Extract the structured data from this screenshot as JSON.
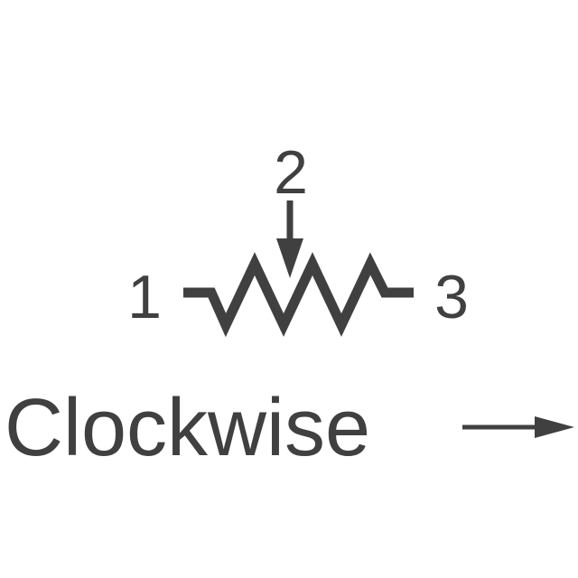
{
  "diagram": {
    "pin_1": "1",
    "pin_2": "2",
    "pin_3": "3",
    "direction_label": "Clockwise",
    "stroke_color": "#404040",
    "component": "potentiometer-symbol",
    "arrow_icon": "arrow-right-icon"
  }
}
